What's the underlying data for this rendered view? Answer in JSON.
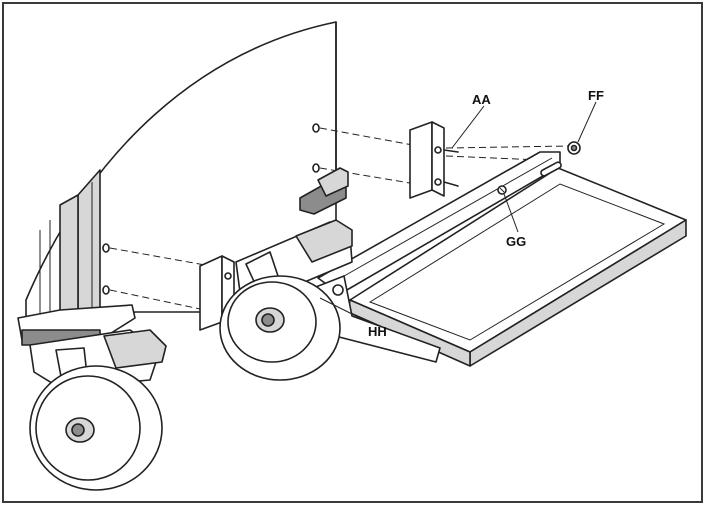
{
  "callouts": {
    "aa": "AA",
    "ff": "FF",
    "gg": "GG",
    "hh": "HH"
  }
}
